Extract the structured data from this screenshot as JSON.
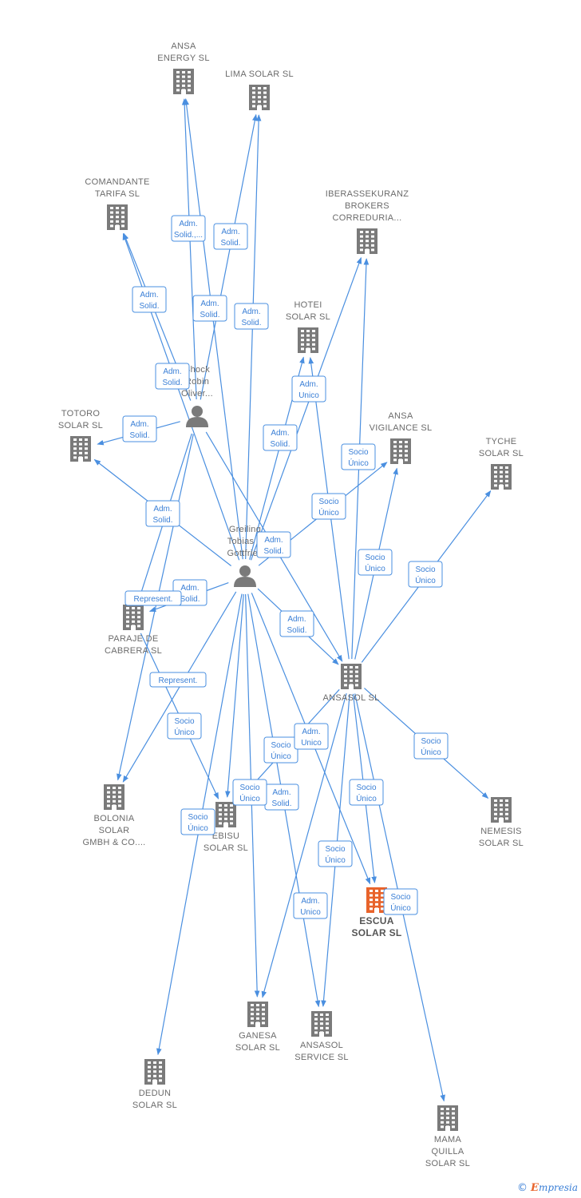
{
  "colors": {
    "edge": "#4a8fe0",
    "building": "#7a7a7a",
    "focus_building": "#e8632b",
    "person": "#7a7a7a"
  },
  "nodes": [
    {
      "id": "ansa_energy",
      "kind": "company",
      "lines": [
        "ANSA",
        "ENERGY SL"
      ]
    },
    {
      "id": "lima_solar",
      "kind": "company",
      "lines": [
        "LIMA SOLAR SL"
      ]
    },
    {
      "id": "comandante",
      "kind": "company",
      "lines": [
        "COMANDANTE",
        "TARIFA SL"
      ]
    },
    {
      "id": "iberassekuranz",
      "kind": "company",
      "lines": [
        "IBERASSEKURANZ",
        "BROKERS",
        "CORREDURIA..."
      ]
    },
    {
      "id": "hotei",
      "kind": "company",
      "lines": [
        "HOTEI",
        "SOLAR SL"
      ]
    },
    {
      "id": "shock",
      "kind": "person",
      "lines": [
        "Shock",
        "Robin",
        "Oliver..."
      ]
    },
    {
      "id": "ansa_vigilance",
      "kind": "company",
      "lines": [
        "ANSA",
        "VIGILANCE SL"
      ]
    },
    {
      "id": "tyche",
      "kind": "company",
      "lines": [
        "TYCHE",
        "SOLAR SL"
      ]
    },
    {
      "id": "totoro",
      "kind": "company",
      "lines": [
        "TOTORO",
        "SOLAR SL"
      ]
    },
    {
      "id": "greiling",
      "kind": "person",
      "lines": [
        "Greiling",
        "Tobias K",
        "Gottfried"
      ]
    },
    {
      "id": "paraje",
      "kind": "company",
      "lines": [
        "PARAJE DE",
        "CABRERA SL"
      ]
    },
    {
      "id": "ansasol",
      "kind": "company",
      "lines": [
        "ANSASOL SL"
      ]
    },
    {
      "id": "bolonia",
      "kind": "company",
      "lines": [
        "BOLONIA",
        "SOLAR",
        "GMBH & CO...."
      ]
    },
    {
      "id": "ebisu",
      "kind": "company",
      "lines": [
        "EBISU",
        "SOLAR SL"
      ]
    },
    {
      "id": "nemesis",
      "kind": "company",
      "lines": [
        "NEMESIS",
        "SOLAR SL"
      ]
    },
    {
      "id": "escua",
      "kind": "focus",
      "lines": [
        "ESCUA",
        "SOLAR SL"
      ]
    },
    {
      "id": "ganesa",
      "kind": "company",
      "lines": [
        "GANESA",
        "SOLAR SL"
      ]
    },
    {
      "id": "ansasol_service",
      "kind": "company",
      "lines": [
        "ANSASOL",
        "SERVICE SL"
      ]
    },
    {
      "id": "dedun",
      "kind": "company",
      "lines": [
        "DEDUN",
        "SOLAR SL"
      ]
    },
    {
      "id": "mama_quilla",
      "kind": "company",
      "lines": [
        "MAMA",
        "QUILLA",
        "SOLAR SL"
      ]
    }
  ],
  "edges": [
    {
      "from": "greiling",
      "to": "ansa_energy",
      "label": [
        "Adm.",
        "Solid.,..."
      ]
    },
    {
      "from": "shock",
      "to": "ansa_energy",
      "label": [
        "Adm.",
        "Solid."
      ]
    },
    {
      "from": "shock",
      "to": "lima_solar",
      "label": [
        "Adm.",
        "Solid."
      ]
    },
    {
      "from": "greiling",
      "to": "lima_solar",
      "label": [
        "Adm.",
        "Solid."
      ]
    },
    {
      "from": "shock",
      "to": "comandante",
      "label": [
        "Adm.",
        "Solid."
      ]
    },
    {
      "from": "greiling",
      "to": "comandante",
      "label": [
        "Adm.",
        "Solid."
      ]
    },
    {
      "from": "shock",
      "to": "totoro",
      "label": [
        "Adm.",
        "Solid."
      ]
    },
    {
      "from": "greiling",
      "to": "totoro",
      "label": [
        "Adm.",
        "Solid."
      ]
    },
    {
      "from": "greiling",
      "to": "hotei",
      "label": [
        "Adm.",
        "Unico"
      ]
    },
    {
      "from": "ansasol",
      "to": "hotei",
      "label": [
        "Adm.",
        "Unico"
      ]
    },
    {
      "from": "greiling",
      "to": "iberassekuranz",
      "label": [
        "Adm.",
        "Solid."
      ]
    },
    {
      "from": "ansasol",
      "to": "iberassekuranz",
      "label": [
        "Socio",
        "Único"
      ]
    },
    {
      "from": "greiling",
      "to": "ansa_vigilance",
      "label": [
        "Socio",
        "Único"
      ]
    },
    {
      "from": "ansasol",
      "to": "ansa_vigilance",
      "label": [
        "Socio",
        "Único"
      ]
    },
    {
      "from": "ansasol",
      "to": "tyche",
      "label": [
        "Socio",
        "Único"
      ]
    },
    {
      "from": "shock",
      "to": "ansasol",
      "label": [
        "Adm.",
        "Solid."
      ]
    },
    {
      "from": "greiling",
      "to": "ansasol",
      "label": [
        "Adm.",
        "Solid."
      ]
    },
    {
      "from": "greiling",
      "to": "paraje",
      "label": [
        "Adm.",
        "Solid."
      ]
    },
    {
      "from": "shock",
      "to": "paraje",
      "label": [
        "Represent."
      ]
    },
    {
      "from": "greiling",
      "to": "bolonia",
      "label": [
        "Represent."
      ]
    },
    {
      "from": "shock",
      "to": "bolonia",
      "label": []
    },
    {
      "from": "paraje",
      "to": "ebisu",
      "label": [
        "Socio",
        "Único"
      ]
    },
    {
      "from": "greiling",
      "to": "ebisu",
      "label": []
    },
    {
      "from": "ansasol",
      "to": "ebisu",
      "label": [
        "Socio",
        "Único"
      ]
    },
    {
      "from": "greiling",
      "to": "escua",
      "label": [
        "Adm.",
        "Unico"
      ]
    },
    {
      "from": "greiling",
      "to": "ansasol_service",
      "label": [
        "Adm.",
        "Solid."
      ]
    },
    {
      "from": "greiling",
      "to": "ganesa",
      "label": []
    },
    {
      "from": "greiling",
      "to": "dedun",
      "label": [
        "Socio",
        "Único"
      ]
    },
    {
      "from": "ansasol",
      "to": "nemesis",
      "label": [
        "Socio",
        "Único"
      ]
    },
    {
      "from": "ansasol",
      "to": "escua",
      "label": [
        "Socio",
        "Único"
      ]
    },
    {
      "from": "ansasol",
      "to": "ganesa",
      "label": [
        "Socio",
        "Único"
      ]
    },
    {
      "from": "ansasol",
      "to": "ansasol_service",
      "label": [
        "Socio",
        "Único"
      ]
    },
    {
      "from": "ansasol",
      "to": "mama_quilla",
      "label": [
        "Socio",
        "Único"
      ]
    }
  ],
  "footer": {
    "copyright": "©",
    "brand_initial": "E",
    "brand_rest": "mpresia"
  }
}
